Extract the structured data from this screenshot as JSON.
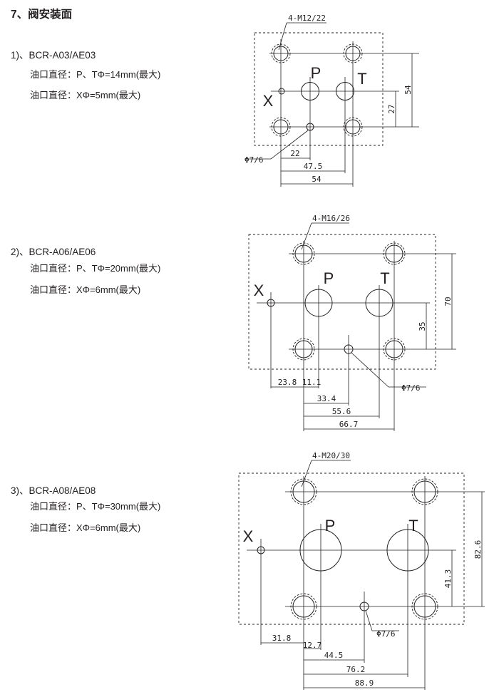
{
  "page_title": "7、阀安装面",
  "sections": [
    {
      "title": "1)、BCR-A03/AE03",
      "port_spec": "油口直径：P、TΦ=14mm(最大)",
      "x_spec": "油口直径：XΦ=5mm(最大)",
      "drawing": {
        "bolt_label": "4-M12/22",
        "pin_label": "Φ7/6",
        "port_labels": {
          "x": "X",
          "p": "P",
          "t": "T"
        },
        "dims": {
          "v1": "27",
          "v2": "54",
          "h1": "22",
          "h2": "47.5",
          "h3": "54"
        }
      }
    },
    {
      "title": "2)、BCR-A06/AE06",
      "port_spec": "油口直径：P、TΦ=20mm(最大)",
      "x_spec": "油口直径：XΦ=6mm(最大)",
      "drawing": {
        "bolt_label": "4-M16/26",
        "pin_label": "Φ7/6",
        "port_labels": {
          "x": "X",
          "p": "P",
          "t": "T"
        },
        "dims": {
          "v1": "35",
          "v2": "70",
          "hx": "23.8",
          "hp1": "11.1",
          "h1": "33.4",
          "h2": "55.6",
          "h3": "66.7"
        }
      }
    },
    {
      "title": "3)、BCR-A08/AE08",
      "port_spec": "油口直径：P、TΦ=30mm(最大)",
      "x_spec": "油口直径：XΦ=6mm(最大)",
      "drawing": {
        "bolt_label": "4-M20/30",
        "pin_label": "Φ7/6",
        "port_labels": {
          "x": "X",
          "p": "P",
          "t": "T"
        },
        "dims": {
          "v1": "41.3",
          "v2": "82.6",
          "hx": "31.8",
          "hp1": "12.7",
          "h1": "44.5",
          "h2": "76.2",
          "h3": "88.9"
        }
      }
    }
  ]
}
